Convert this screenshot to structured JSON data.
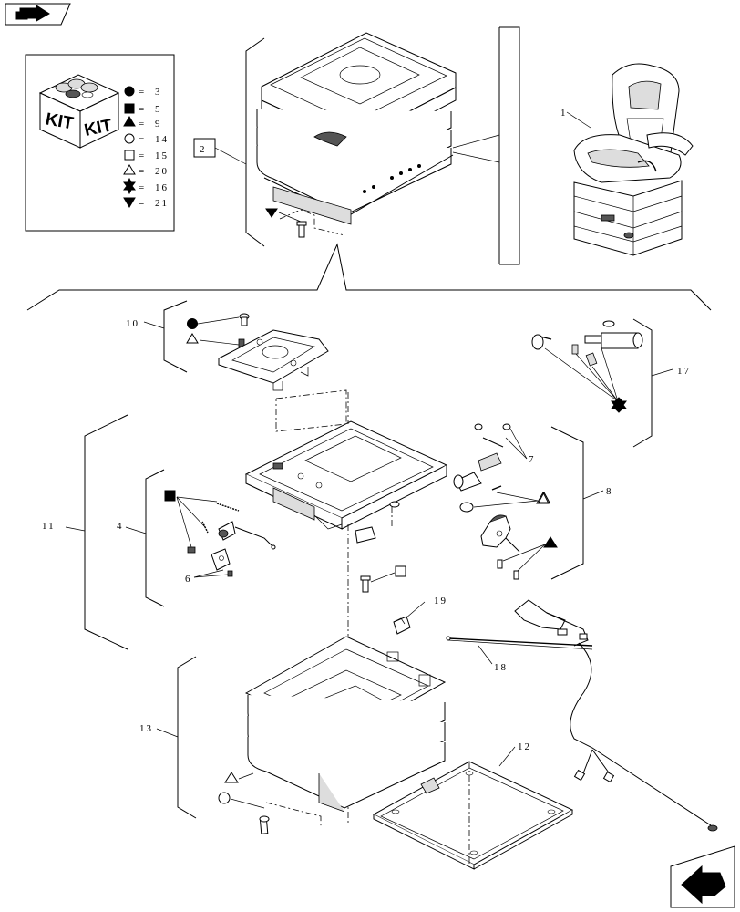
{
  "kit": {
    "badge_text_left": "KIT",
    "badge_text_right": "KIT",
    "legend": [
      {
        "symbol": "filled-circle",
        "sep": "=",
        "value": "3"
      },
      {
        "symbol": "filled-square",
        "sep": "=",
        "value": "5"
      },
      {
        "symbol": "filled-triangle",
        "sep": "=",
        "value": "9"
      },
      {
        "symbol": "open-circle",
        "sep": "=",
        "value": "14"
      },
      {
        "symbol": "open-square",
        "sep": "=",
        "value": "15"
      },
      {
        "symbol": "open-triangle",
        "sep": "=",
        "value": "20"
      },
      {
        "symbol": "filled-star",
        "sep": "=",
        "value": "16"
      },
      {
        "symbol": "filled-inverted-triangle",
        "sep": "=",
        "value": "21"
      }
    ]
  },
  "callouts": {
    "c1": "1",
    "c2": "2",
    "c4": "4",
    "c6": "6",
    "c7": "7",
    "c8": "8",
    "c10": "10",
    "c11": "11",
    "c12": "12",
    "c13": "13",
    "c17": "17",
    "c18": "18",
    "c19": "19"
  },
  "icons": {
    "top_left": "forward-arrow-icon",
    "bottom_right": "back-arrow-icon"
  }
}
